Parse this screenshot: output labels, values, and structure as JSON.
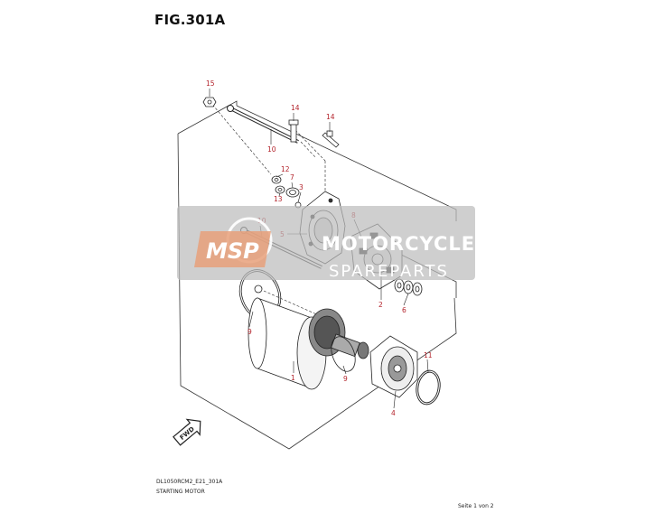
{
  "figure": {
    "title": "FIG.301A",
    "code": "DL1050RCM2_E21_301A",
    "name": "STARTING MOTOR",
    "page": "Seite 1 von 2"
  },
  "watermark": {
    "logo": "MSP",
    "word1": "MOTORCYCLE",
    "word2": "SPAREPARTS",
    "colors": {
      "band": "#bdbdbd",
      "logo_fill": "#e8a07a"
    }
  },
  "callouts": [
    "15",
    "14",
    "14",
    "10",
    "12",
    "7",
    "13",
    "3",
    "8",
    "10",
    "5",
    "2",
    "6",
    "9",
    "9",
    "1",
    "11",
    "4"
  ],
  "fwd_label": "FWD",
  "colors": {
    "callout": "#b3232b",
    "line": "#222222"
  }
}
